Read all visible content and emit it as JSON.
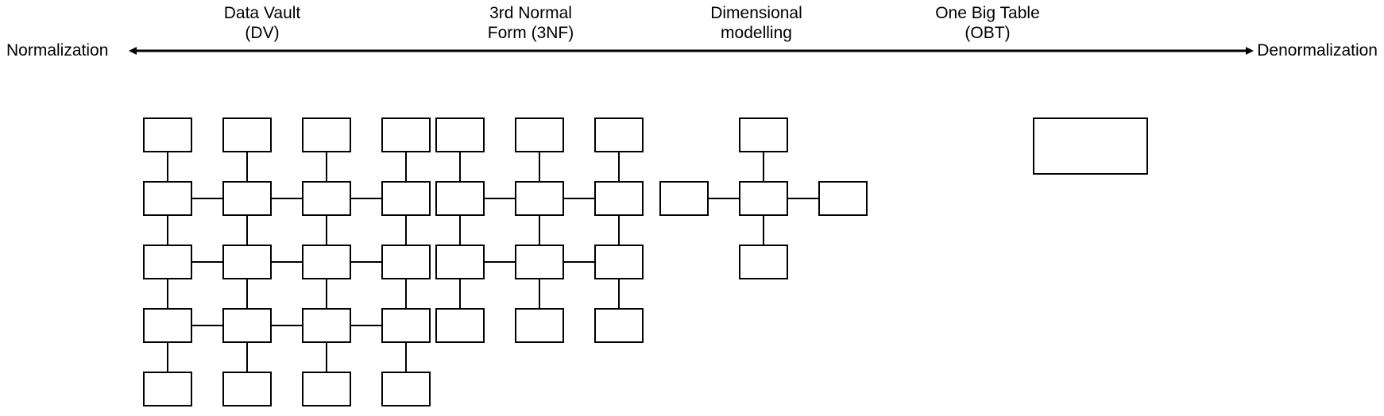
{
  "axis": {
    "left_label": "Normalization",
    "right_label": "Denormalization",
    "arrow_style": "double-headed",
    "line_color": "#000000"
  },
  "stages": [
    {
      "id": "data-vault",
      "title_line1": "Data Vault",
      "title_line2": "(DV)"
    },
    {
      "id": "third-normal-form",
      "title_line1": "3rd Normal",
      "title_line2": "Form (3NF)"
    },
    {
      "id": "dimensional-modelling",
      "title_line1": "Dimensional",
      "title_line2": "modelling"
    },
    {
      "id": "one-big-table",
      "title_line1": "One Big Table",
      "title_line2": "(OBT)"
    }
  ],
  "diagram": {
    "type": "schema-complexity-spectrum",
    "stroke_color": "#000000",
    "fill_color": "#ffffff",
    "models": [
      {
        "id": "data-vault",
        "layout": "grid",
        "columns": 4,
        "rows": 5,
        "box_count": 20,
        "description": "Dense 4x5 grid of linked tables - highly normalized"
      },
      {
        "id": "third-normal-form",
        "layout": "grid",
        "columns": 3,
        "rows": 4,
        "box_count": 12,
        "description": "3x4 grid of linked tables"
      },
      {
        "id": "dimensional-modelling",
        "layout": "star",
        "columns": 3,
        "rows": 3,
        "box_count": 5,
        "description": "Star schema: one fact table with four dimension tables"
      },
      {
        "id": "one-big-table",
        "layout": "single",
        "columns": 1,
        "rows": 1,
        "box_count": 1,
        "description": "One single wide denormalized table"
      }
    ]
  }
}
